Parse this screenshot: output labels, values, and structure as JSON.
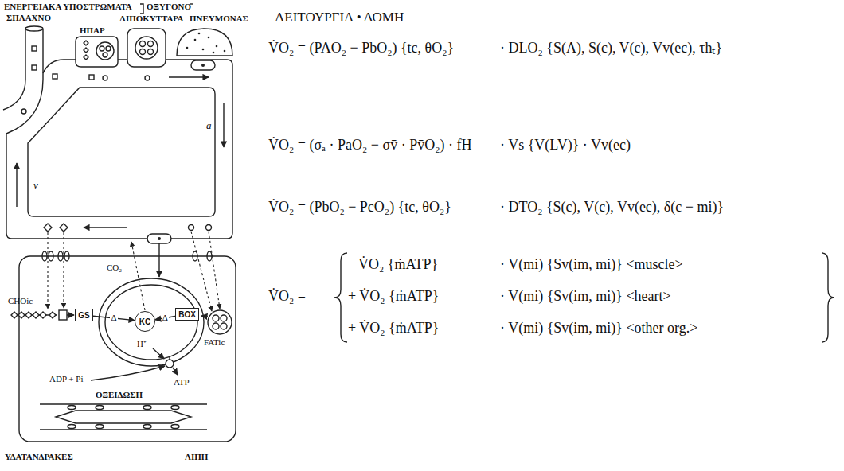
{
  "diagram": {
    "nodes": [
      {
        "text": [
          "GS"
        ]
      },
      {
        "text": [
          "KC"
        ]
      },
      {
        "text": [
          "BOX"
        ]
      }
    ],
    "edges": [
      {
        "from": 0,
        "to": 1,
        "label": "Δ",
        "arrow": "to"
      },
      {
        "from": 2,
        "to": 1,
        "label": "Δ",
        "arrow": "to"
      }
    ],
    "labels": [
      "ΕΝΕΡΓΕΙΑΚΑ ΥΠΟΣΤΡΩΜΑΤΑ",
      "ΟΞΥΓΟΝΟ",
      "ΣΠΛΑΧΝΟ",
      "ΗΠΑΡ",
      "ΛΙΠΟΚΥΤΤΑΡΑ",
      "ΠΝΕΥΜΟΝΑΣ",
      "a",
      "v",
      "CHOic",
      "CO₂",
      "H⁺",
      "FATic",
      "ADP + Pi",
      "ATP",
      "ΟΞΕΙΔΩΣΗ",
      "ΥΔΑΤΑΝΔΡΑΚΕΣ",
      "ΛΙΠΗ",
      "ΛΕΙΤΟΥΡΓΙΑ • ΔΟΜΗ",
      "V̇O₂ = (PAO₂ − PbO₂) {tc, θO₂}",
      "· DLO₂ {S(A), S(c), V(c), Vv(ec), τhₜ}",
      "V̇O₂ = (σₐ · PaO₂ − σv̄ · Pv̄O₂) · fH",
      "· Vs {V(LV)} · Vv(ec)",
      "V̇O₂ = (PbO₂ − PcO₂) {tc, θO₂}",
      "· DTO₂ {S(c), V(c), Vv(ec), δ(c − mi)}",
      "V̇O₂ =",
      "V̇O₂ {ṁATP}",
      "· V(mi) {Sv(im, mi)} <muscle>",
      "+ V̇O₂ {ṁATP}",
      "· V(mi) {Sv(im, mi)} <heart>",
      "+ V̇O₂ {ṁATP}",
      "· V(mi) {Sv(im, mi)} <other org.>"
    ]
  }
}
